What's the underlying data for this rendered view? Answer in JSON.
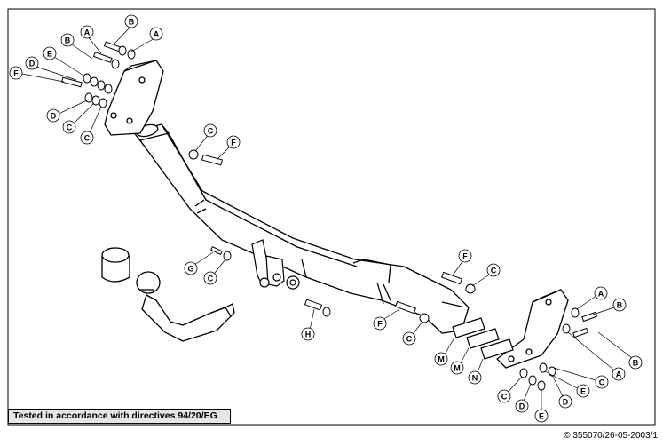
{
  "footer": {
    "certification": "Tested in accordance with directives 94/20/EG",
    "copyright": "© 355070/26-05-2003/1"
  },
  "labels": [
    "A",
    "B",
    "C",
    "D",
    "E",
    "F",
    "G",
    "H",
    "M",
    "N"
  ],
  "part_labels": {
    "tl_b": "B",
    "tl_a1": "A",
    "tl_a2": "A",
    "tl_b2": "B",
    "tl_e": "E",
    "tl_d1": "D",
    "tl_f": "F",
    "tl_d2": "D",
    "tl_c1": "C",
    "tl_c2": "C",
    "mid_c": "C",
    "mid_f": "F",
    "cl_g": "G",
    "cl_c": "C",
    "cl_h": "H",
    "r_f": "F",
    "r_c": "C",
    "r_f2": "F",
    "r_c2": "C",
    "plate_m1": "M",
    "plate_m2": "M",
    "plate_n": "N",
    "br_a1": "A",
    "br_b1": "B",
    "br_b2": "B",
    "br_a2": "A",
    "br_c1": "C",
    "br_e1": "E",
    "br_d1": "D",
    "br_e2": "E",
    "br_d2": "D",
    "br_c2": "C"
  }
}
